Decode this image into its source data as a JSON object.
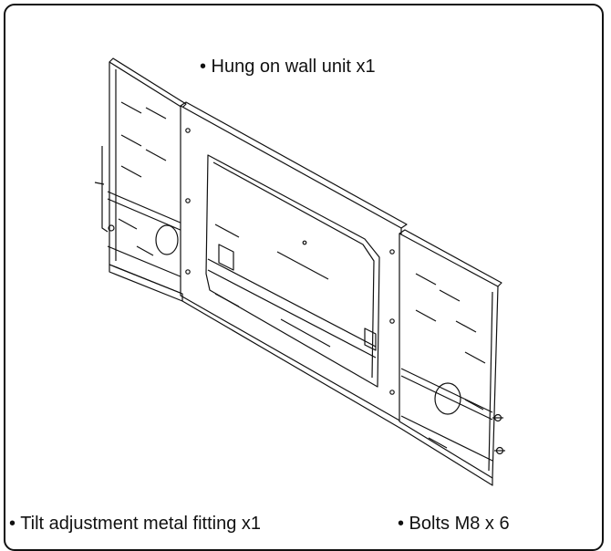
{
  "captions": {
    "main": "• Hung on wall unit x1",
    "left": "• Tilt adjustment metal fitting x1",
    "right": "• Bolts M8 x 6"
  }
}
